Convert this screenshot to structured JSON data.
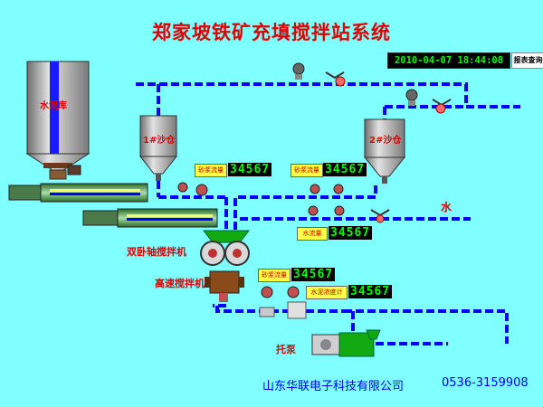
{
  "title": "郑家坡铁矿充填搅拌站系统",
  "clock": "2010-04-07 18:44:08",
  "report_button": "报表查询",
  "labels": {
    "cement_silo": "水泥库",
    "sand_silo_1": "1#沙仓",
    "sand_silo_2": "2#沙仓",
    "water": "水",
    "twin_shaft_mixer": "双卧轴搅拌机",
    "high_speed_mixer": "高速搅拌机",
    "pump": "托泵"
  },
  "meters": {
    "sand_flow_1": {
      "label": "砂浆流量",
      "value": "34567"
    },
    "sand_flow_2": {
      "label": "砂浆流量",
      "value": "34567"
    },
    "water_flow": {
      "label": "水流量",
      "value": "34567"
    },
    "slurry_flow": {
      "label": "砂浆流量",
      "value": "34567"
    },
    "density": {
      "label": "水泥浓度计",
      "value": "34567"
    }
  },
  "footer": {
    "company": "山东华联电子科技有限公司",
    "phone": "0536-3159908"
  },
  "colors": {
    "background": "#7fffff",
    "pipe": "#0000ff",
    "title": "#e00000",
    "display_text": "#00ff00",
    "silo": "#a8a8a8"
  }
}
